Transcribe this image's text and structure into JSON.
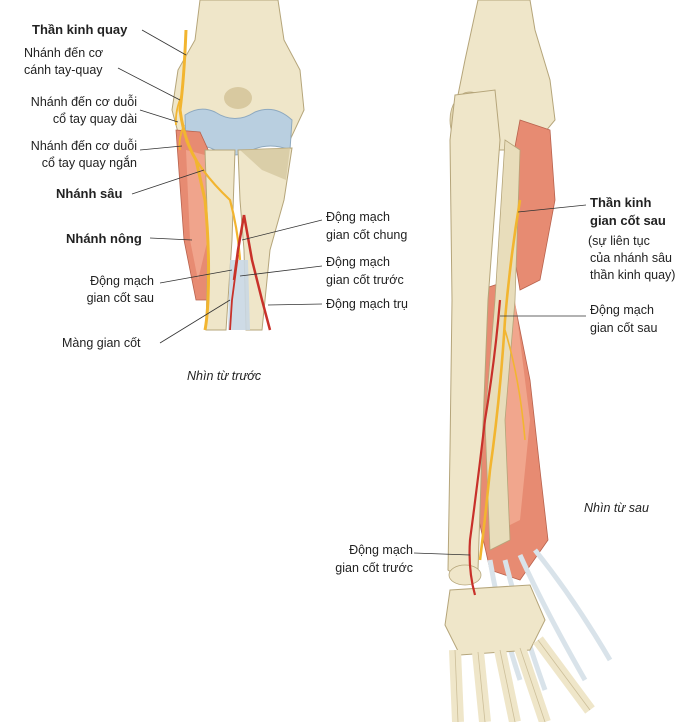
{
  "colors": {
    "bone": "#efe6c9",
    "bone_shadow": "#d2c39a",
    "cartilage": "#b9cfe0",
    "muscle": "#e78b72",
    "muscle_light": "#f2aa92",
    "tendon": "#d9e3ea",
    "nerve": "#f2b530",
    "artery": "#c8312a",
    "leader_line": "#333333"
  },
  "anterior_view": {
    "caption": "Nhìn từ trước",
    "labels": {
      "radial_nerve": "Thần kinh quay",
      "branch_brachioradialis_1": "Nhánh đến cơ",
      "branch_brachioradialis_2": "cánh tay-quay",
      "branch_ecrl_1": "Nhánh đến cơ duỗi",
      "branch_ecrl_2": "cổ tay quay dài",
      "branch_ecrb_1": "Nhánh đến cơ duỗi",
      "branch_ecrb_2": "cổ tay quay ngắn",
      "deep_branch": "Nhánh sâu",
      "superficial_branch": "Nhánh nông",
      "post_interosseous_artery_1": "Động mạch",
      "post_interosseous_artery_2": "gian cốt sau",
      "interosseous_membrane": "Màng gian cốt",
      "common_interosseous_artery_1": "Động mạch",
      "common_interosseous_artery_2": "gian cốt chung",
      "ant_interosseous_artery_1": "Động mạch",
      "ant_interosseous_artery_2": "gian cốt trước",
      "ulnar_artery": "Động mạch trụ"
    }
  },
  "posterior_view": {
    "caption": "Nhìn từ sau",
    "labels": {
      "post_interosseous_nerve_1": "Thần kinh",
      "post_interosseous_nerve_2": "gian cốt sau",
      "continuation_1": "(sự liên tục",
      "continuation_2": "của nhánh sâu",
      "continuation_3": "thần kinh quay)",
      "post_interosseous_artery_1": "Động mạch",
      "post_interosseous_artery_2": "gian cốt sau",
      "ant_interosseous_artery_1": "Động mạch",
      "ant_interosseous_artery_2": "gian cốt trước"
    }
  }
}
